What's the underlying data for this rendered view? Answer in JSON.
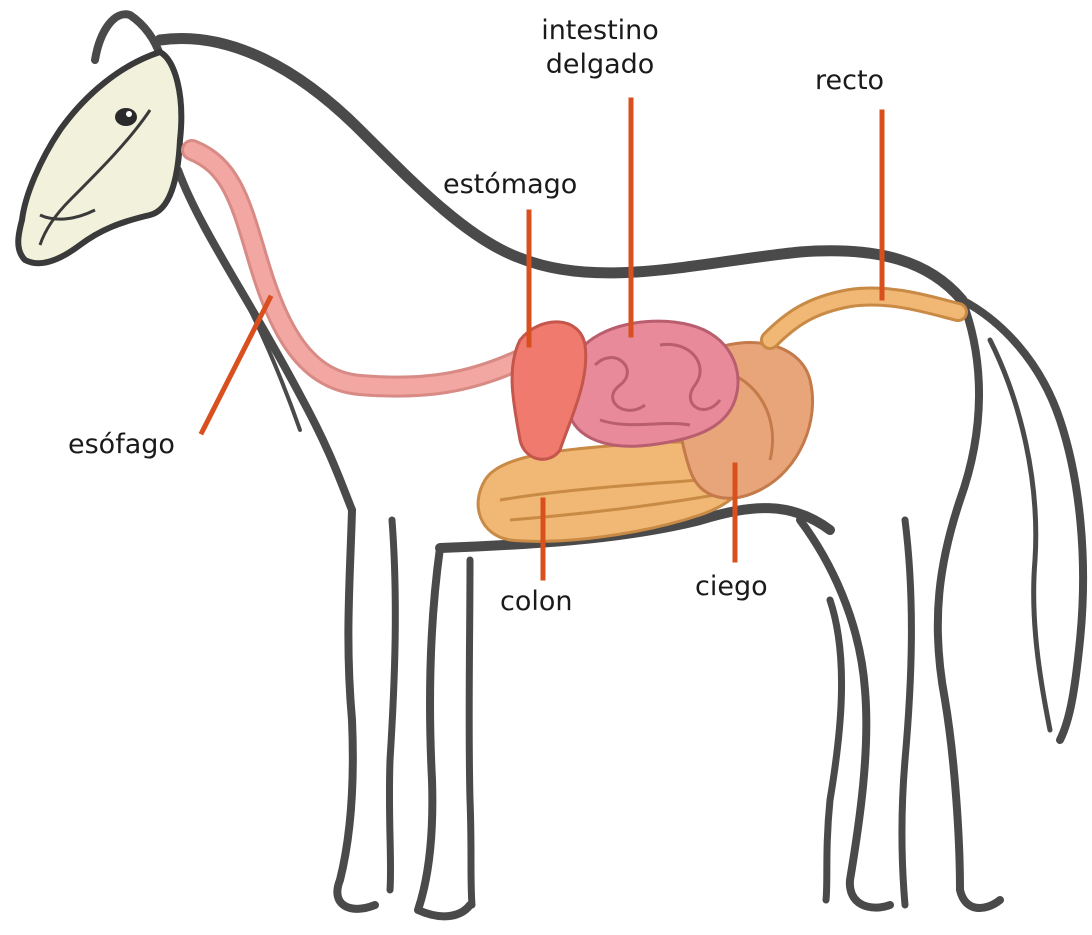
{
  "labels": {
    "small_intestine_line1": "intestino",
    "small_intestine_line2": "delgado",
    "rectum": "recto",
    "stomach": "estómago",
    "esophagus": "esófago",
    "colon": "colon",
    "cecum": "ciego"
  },
  "colors": {
    "outline": "#4a4a4a",
    "leader_line": "#d9501e",
    "esophagus": "#f2a7a2",
    "stomach": "#f07a6e",
    "small_intestine": "#e88a9a",
    "colon": "#f0b874",
    "cecum": "#e9a57a",
    "rectum": "#f0b874",
    "head_skull": "#f2f2dc",
    "text": "#1a1a1a"
  }
}
